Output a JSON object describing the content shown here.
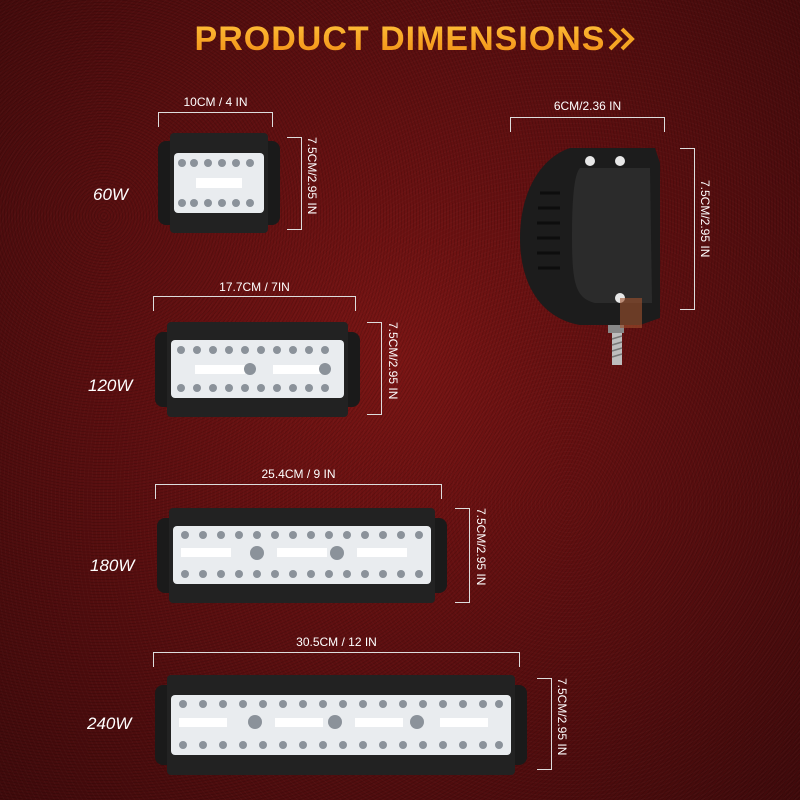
{
  "title": "PRODUCT DIMENSIONS",
  "products": [
    {
      "watt": "60W",
      "width": "10CM / 4 IN",
      "height": "7.5CM/2.95 IN"
    },
    {
      "watt": "120W",
      "width": "17.7CM / 7IN",
      "height": "7.5CM/2.95 IN"
    },
    {
      "watt": "180W",
      "width": "25.4CM / 9 IN",
      "height": "7.5CM/2.95 IN"
    },
    {
      "watt": "240W",
      "width": "30.5CM / 12 IN",
      "height": "7.5CM/2.95 IN"
    }
  ],
  "side": {
    "width": "6CM/2.36 IN",
    "height": "7.5CM/2.95 IN"
  },
  "colors": {
    "background": "#5e0f10",
    "accent": "#f5a623",
    "text": "#ffffff"
  }
}
